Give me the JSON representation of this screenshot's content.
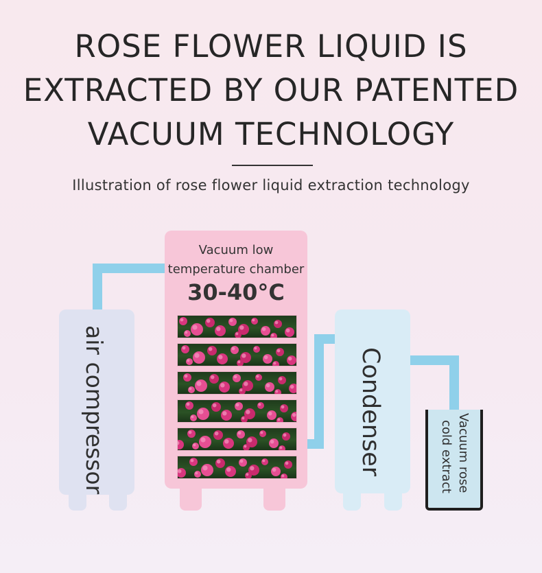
{
  "title": {
    "line1": "ROSE FLOWER LIQUID IS",
    "line2": "EXTRACTED BY OUR PATENTED",
    "line3": "VACUUM TECHNOLOGY"
  },
  "subtitle": "Illustration of rose flower liquid extraction technology",
  "diagram": {
    "compressor_label": "air compressor",
    "chamber_label_line1": "Vacuum low",
    "chamber_label_line2": "temperature chamber",
    "chamber_temperature": "30-40°C",
    "condenser_label": "Condenser",
    "beaker_label_line1": "Vacuum rose",
    "beaker_label_line2": "cold extract"
  },
  "colors": {
    "pipe": "#8fd0ea",
    "compressor": "#dfe2f1",
    "chamber": "#f7c6d8",
    "condenser": "#d9ecf6"
  }
}
